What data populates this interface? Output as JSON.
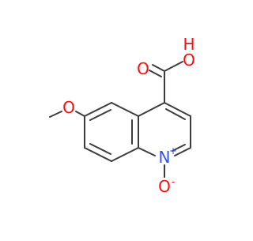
{
  "molecule": {
    "atoms": {
      "hydroxyl_o": "O",
      "hydroxyl_h": "H",
      "carbonyl_o": "O",
      "methoxy_o": "O",
      "ring_n": "N",
      "n_charge": "+",
      "oxide_o": "O",
      "oxide_charge": "-"
    }
  },
  "colors": {
    "bond": "#3c3c3c",
    "oxygen": "#ff0d0d",
    "nitrogen": "#3050f8"
  }
}
